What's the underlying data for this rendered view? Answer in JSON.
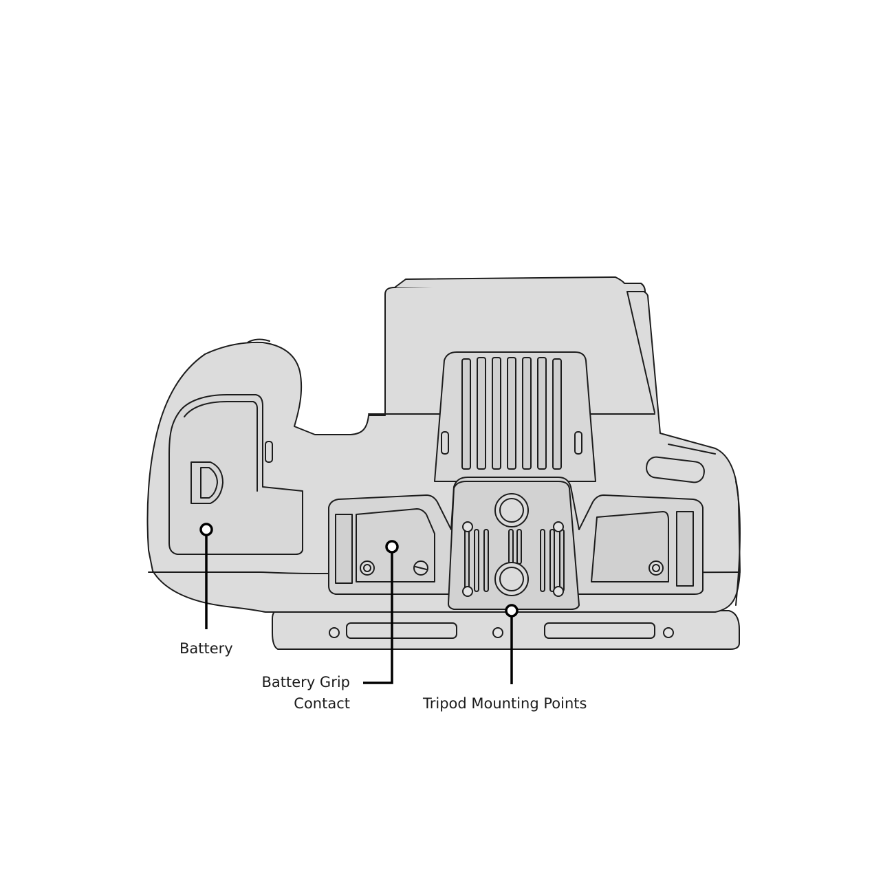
{
  "diagram": {
    "subject": "camera-bottom-view",
    "colors": {
      "body_fill": "#dcdcdc",
      "outline": "#1c1c1c",
      "callout_line": "#000000",
      "background": "#ffffff"
    }
  },
  "callouts": {
    "battery": "Battery",
    "battery_grip_line1": "Battery Grip",
    "battery_grip_line2": "Contact",
    "tripod": "Tripod Mounting Points"
  }
}
